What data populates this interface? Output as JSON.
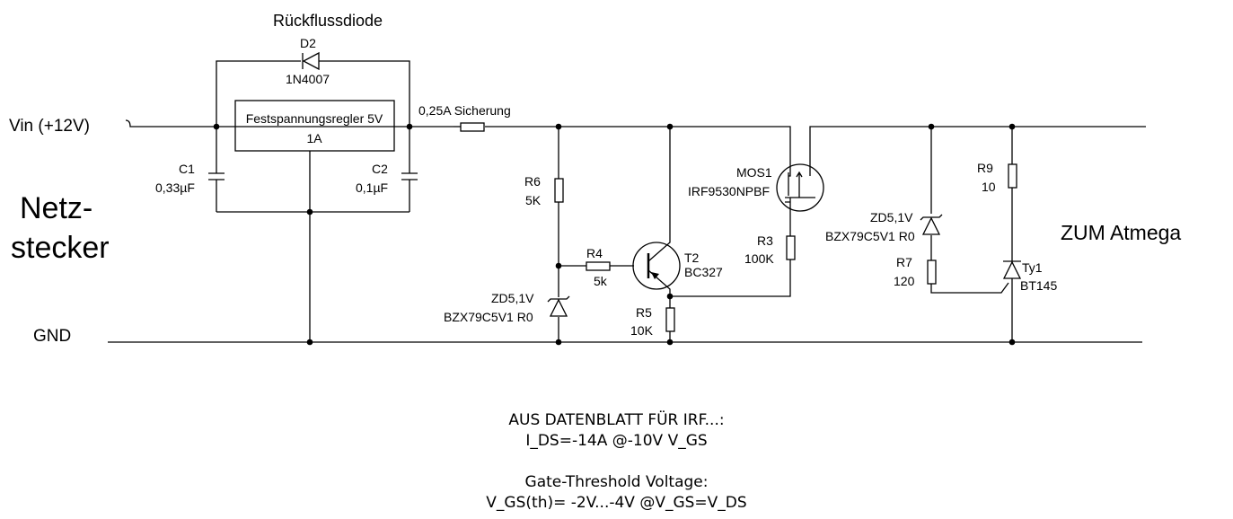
{
  "labels": {
    "vin": "Vin (+12V)",
    "gnd": "GND",
    "netz_line1": "Netz-",
    "netz_line2": "stecker",
    "zum_atmega": "ZUM Atmega",
    "rueckfluss": "Rückflussdiode",
    "d2_name": "D2",
    "d2_part": "1N4007",
    "reg_line1": "Festspannungsregler 5V",
    "reg_line2": "1A",
    "c1_name": "C1",
    "c1_value": "0,33µF",
    "c2_name": "C2",
    "c2_value": "0,1µF",
    "fuse": "0,25A Sicherung",
    "r6_name": "R6",
    "r6_value": "5K",
    "r4_name": "R4",
    "r4_value": "5k",
    "zd_left_name": "ZD5,1V",
    "zd_left_part": "BZX79C5V1 R0",
    "t2_name": "T2",
    "t2_part": "BC327",
    "r5_name": "R5",
    "r5_value": "10K",
    "mos_name": "MOS1",
    "mos_part": "IRF9530NPBF",
    "r3_name": "R3",
    "r3_value": "100K",
    "zd_right_name": "ZD5,1V",
    "zd_right_part": "BZX79C5V1 R0",
    "r7_name": "R7",
    "r7_value": "120",
    "r9_name": "R9",
    "r9_value": "10",
    "ty_name": "Ty1",
    "ty_part": "BT145"
  },
  "notes": {
    "line1": "AUS DATENBLATT FÜR IRF...:",
    "line2": "I_DS=-14A  @-10V V_GS",
    "line3": "Gate-Threshold Voltage:",
    "line4": "V_GS(th)= -2V...-4V    @V_GS=V_DS"
  }
}
